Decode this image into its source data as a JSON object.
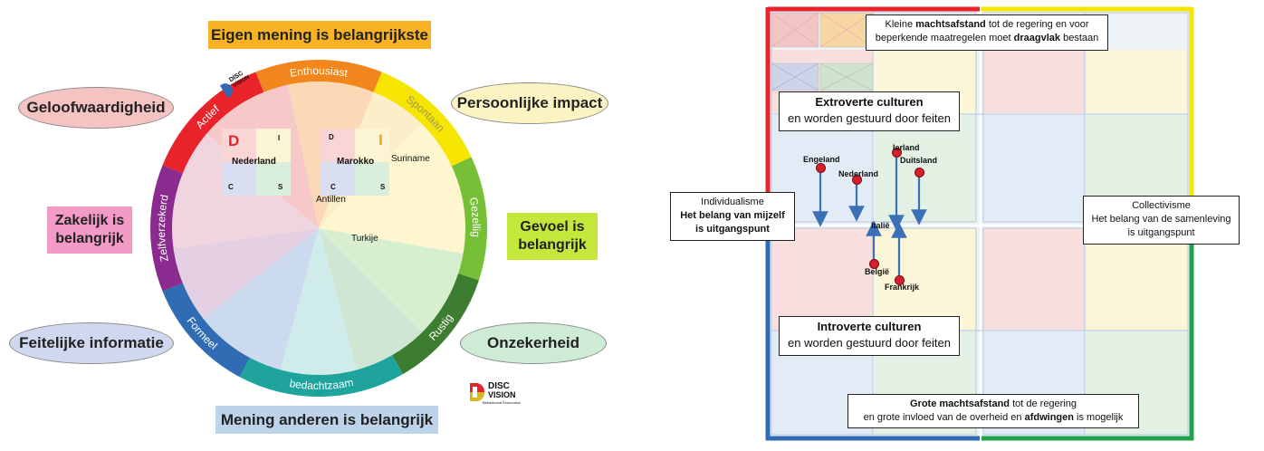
{
  "left_diagram": {
    "top_label": "Eigen mening is belangrijkste",
    "bottom_label": "Mening anderen is belangrijk",
    "ovals": {
      "top_left": "Geloofwaardigheid",
      "top_right": "Persoonlijke impact",
      "mid_left": "Zakelijk is belangrijk",
      "mid_right": "Gevoel is belangrijk",
      "bottom_left": "Feitelijke informatie",
      "bottom_right": "Onzekerheid"
    },
    "ring_segments": [
      "Enthousiast",
      "Spontaan",
      "Gezellig",
      "Rustig",
      "bedachtzaam",
      "Formeel",
      "Zelfverzekerd",
      "Actief"
    ],
    "colors": {
      "red": "#e8232a",
      "orange": "#f0861c",
      "yellow": "#f6e500",
      "green": "#77bf37",
      "darkgreen": "#3d7d31",
      "teal": "#1fa39d",
      "blue": "#2f6cb3",
      "purple": "#8b2a8f"
    },
    "mini_grids": {
      "nederland": {
        "d": "D",
        "i": "I",
        "c": "C",
        "s": "S",
        "name": "Nederland"
      },
      "marokko": {
        "d": "D",
        "i": "I",
        "c": "C",
        "s": "S",
        "name": "Marokko"
      }
    },
    "places": {
      "suriname": "Suriname",
      "antillen": "Antillen",
      "turkije": "Turkije"
    },
    "logo_small": {
      "line1": "DISC",
      "line2": "VISION"
    },
    "logo": {
      "line1": "DISC",
      "line2": "VISION",
      "line3": "Behavioural Economics"
    }
  },
  "right_diagram": {
    "top_box": {
      "normal1": "Kleine ",
      "bold1": "machtsafstand",
      "normal2": " tot de regering en voor beperkende maatregelen moet ",
      "bold2": "draagvlak",
      "normal3": " bestaan"
    },
    "extrovert_box": {
      "title": "Extroverte culturen",
      "sub": "en worden gestuurd door feiten"
    },
    "introvert_box": {
      "title": "Introverte culturen",
      "sub": "en worden gestuurd door feiten"
    },
    "left_box": {
      "line1": "Individualisme",
      "line2": "Het belang van mijzelf",
      "line3": "is uitgangspunt"
    },
    "right_box": {
      "line1": "Collectivisme",
      "line2": "Het belang van de samenleving",
      "line3": "is uitgangspunt"
    },
    "bottom_box": {
      "bold1": "Grote machtsafstand",
      "normal1": " tot de regering",
      "normal2": "en grote invloed van de overheid en ",
      "bold2": "afdwingen",
      "normal3": " is mogelijk"
    },
    "countries": {
      "engeland": "Engeland",
      "nederland": "Nederland",
      "ierland": "Ierland",
      "duitsland": "Duitsland",
      "italie": "Italië",
      "belgie": "België",
      "frankrijk": "Frankrijk"
    }
  }
}
